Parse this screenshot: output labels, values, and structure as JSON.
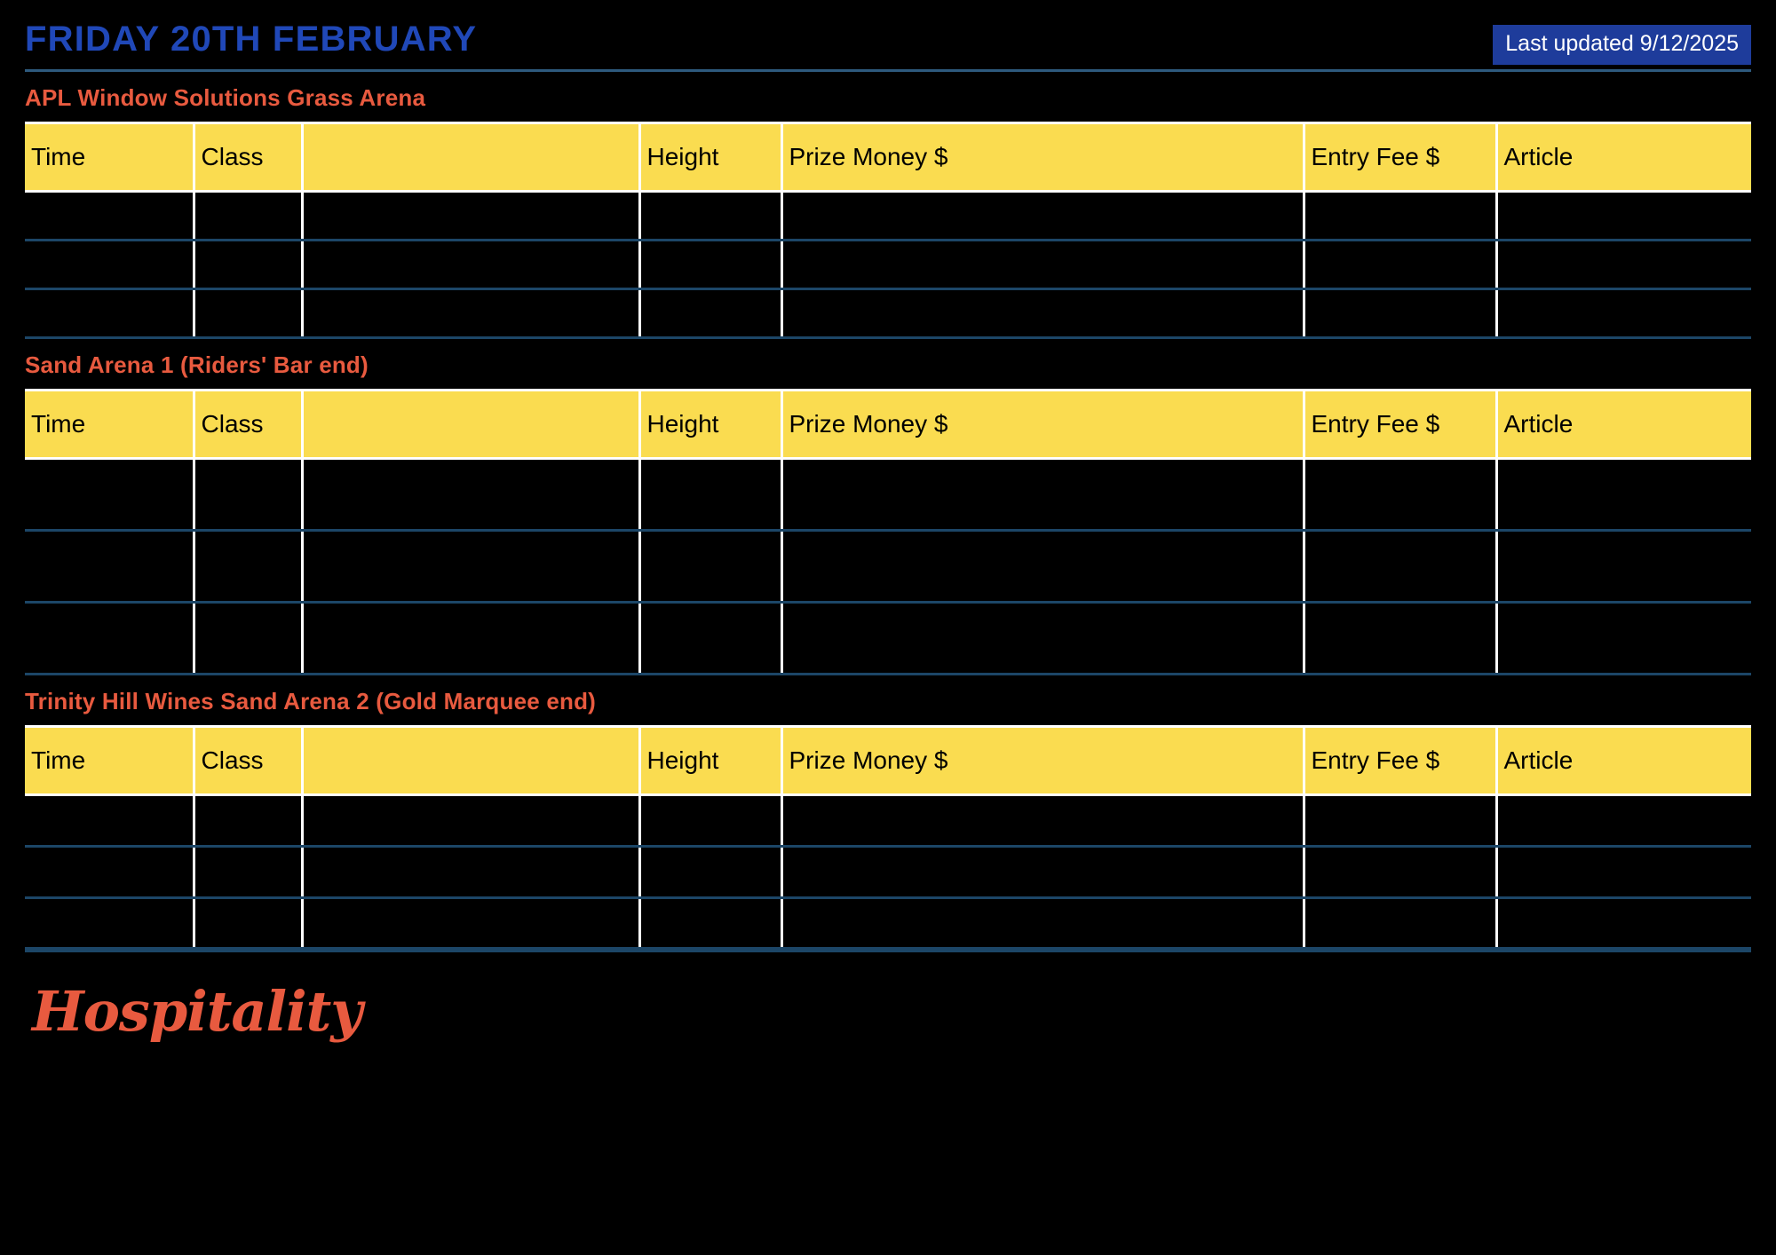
{
  "header": {
    "day_title": "FRIDAY 20TH FEBRUARY",
    "last_updated_badge": "Last updated 9/12/2025",
    "title_color": "#2048B8",
    "badge_bg": "#1E3C9B",
    "badge_text_color": "#FFFFFF",
    "rule_color": "#2E5A7E"
  },
  "theme": {
    "page_bg": "#000000",
    "header_row_bg": "#FADC50",
    "header_row_text": "#000000",
    "column_divider": "#FFFFFF",
    "row_divider": "#1C4667",
    "arena_title_color": "#E85A3F",
    "logo_color": "#E85A3F"
  },
  "columns": [
    "Time",
    "Class",
    "",
    "Height",
    "Prize Money $",
    "Entry Fee $",
    "Article"
  ],
  "arenas": [
    {
      "name": "APL Window Solutions Grass Arena",
      "rows": [
        [
          "",
          "",
          "",
          "",
          "",
          "",
          ""
        ],
        [
          "",
          "",
          "",
          "",
          "",
          "",
          ""
        ],
        [
          "",
          "",
          "",
          "",
          "",
          "",
          ""
        ]
      ]
    },
    {
      "name": "Sand Arena 1 (Riders' Bar end)",
      "rows": [
        [
          "",
          "",
          "",
          "",
          "",
          "",
          ""
        ],
        [
          "",
          "",
          "",
          "",
          "",
          "",
          ""
        ],
        [
          "",
          "",
          "",
          "",
          "",
          "",
          ""
        ]
      ]
    },
    {
      "name": "Trinity Hill Wines Sand Arena 2 (Gold Marquee end)",
      "rows": [
        [
          "",
          "",
          "",
          "",
          "",
          "",
          ""
        ],
        [
          "",
          "",
          "",
          "",
          "",
          "",
          ""
        ],
        [
          "",
          "",
          "",
          "",
          "",
          "",
          ""
        ]
      ]
    }
  ],
  "footer": {
    "logo_text": "Hospitality"
  }
}
